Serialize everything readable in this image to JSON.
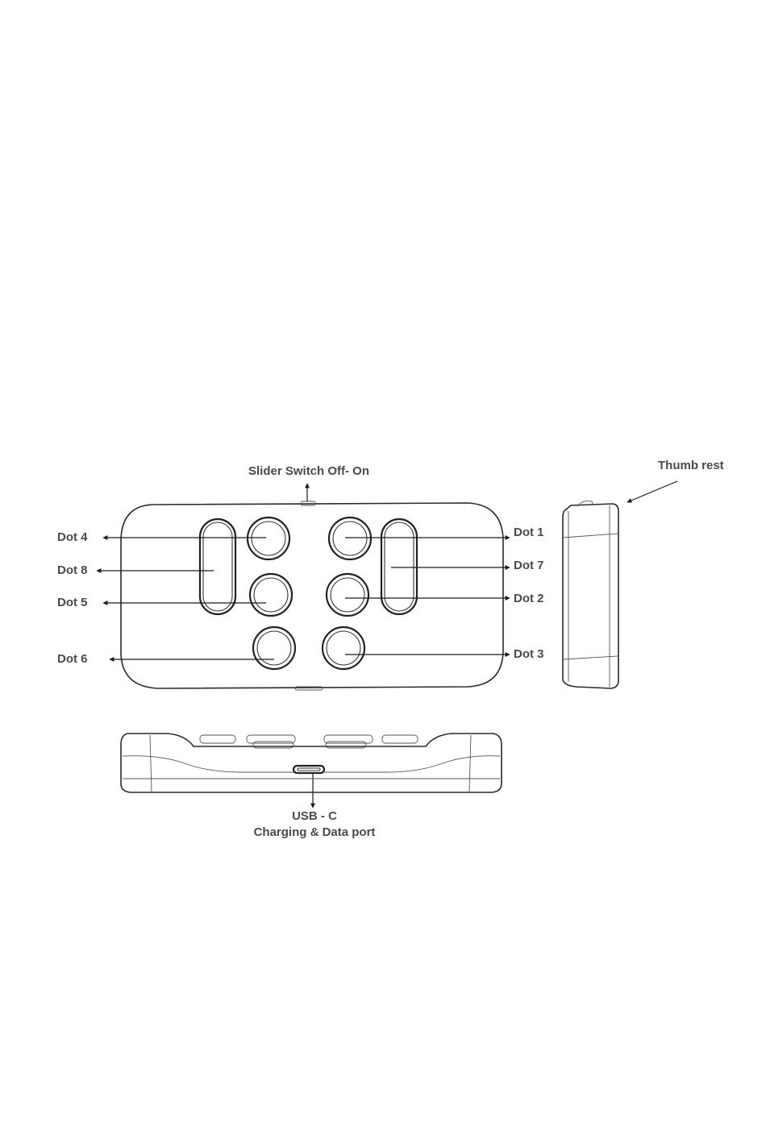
{
  "labels": {
    "slider_switch": "Slider Switch Off- On",
    "thumb_rest": "Thumb rest",
    "dot1": "Dot 1",
    "dot2": "Dot 2",
    "dot3": "Dot 3",
    "dot4": "Dot 4",
    "dot5": "Dot 5",
    "dot6": "Dot 6",
    "dot7": "Dot 7",
    "dot8": "Dot 8",
    "usb_line1": "USB - C",
    "usb_line2": "Charging & Data port"
  },
  "colors": {
    "line": "#2a2a2a",
    "text": "#4a4a4a",
    "background": "#ffffff"
  }
}
